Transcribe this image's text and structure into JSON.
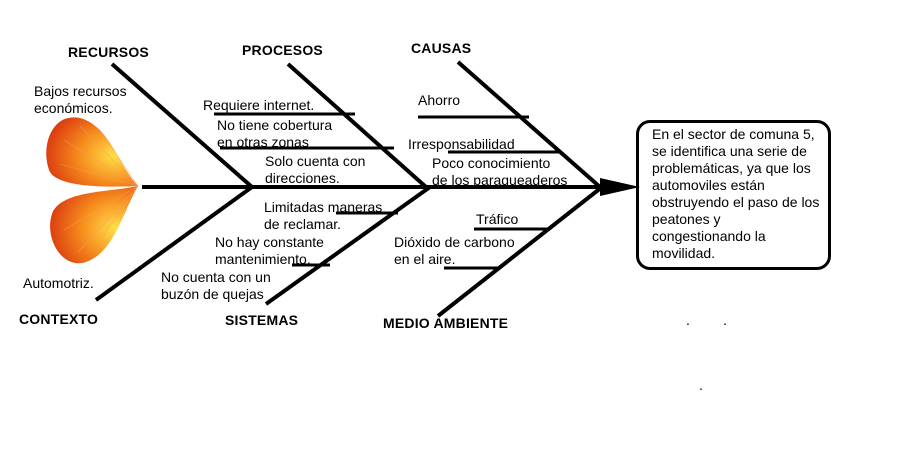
{
  "categories": {
    "recursos": "RECURSOS",
    "procesos": "PROCESOS",
    "causas": "CAUSAS",
    "contexto": "CONTEXTO",
    "sistemas": "SISTEMAS",
    "medio_ambiente": "MEDIO AMBIENTE"
  },
  "causes": {
    "recursos": [
      "Bajos recursos",
      "económicos."
    ],
    "contexto": [
      "Automotriz."
    ],
    "procesos": [
      [
        "Requiere internet."
      ],
      [
        "No tiene cobertura",
        "en otras zonas"
      ],
      [
        "Solo cuenta con",
        "direcciones."
      ]
    ],
    "sistemas": [
      [
        "Limitadas maneras",
        "de reclamar."
      ],
      [
        "No hay constante",
        "mantenimiento."
      ],
      [
        "No cuenta con un",
        "buzón de quejas"
      ]
    ],
    "causas": [
      [
        "Ahorro"
      ],
      [
        "Irresponsabilidad"
      ],
      [
        "Poco conocimiento",
        "de los paraqueaderos"
      ]
    ],
    "medio_ambiente": [
      [
        "Tráfico"
      ],
      [
        "Dióxido de carbono",
        "en el aire."
      ]
    ]
  },
  "effect": {
    "text": "En el sector de comuna 5, se identifica una serie de problemáticas, ya que los automoviles están obstruyendo el paso de los peatones y congestionando la movilidad."
  },
  "colors": {
    "line": "#000000",
    "fish_head_dark": "#d9260f",
    "fish_head_mid": "#f2731c",
    "fish_head_light": "#ffd23a"
  }
}
